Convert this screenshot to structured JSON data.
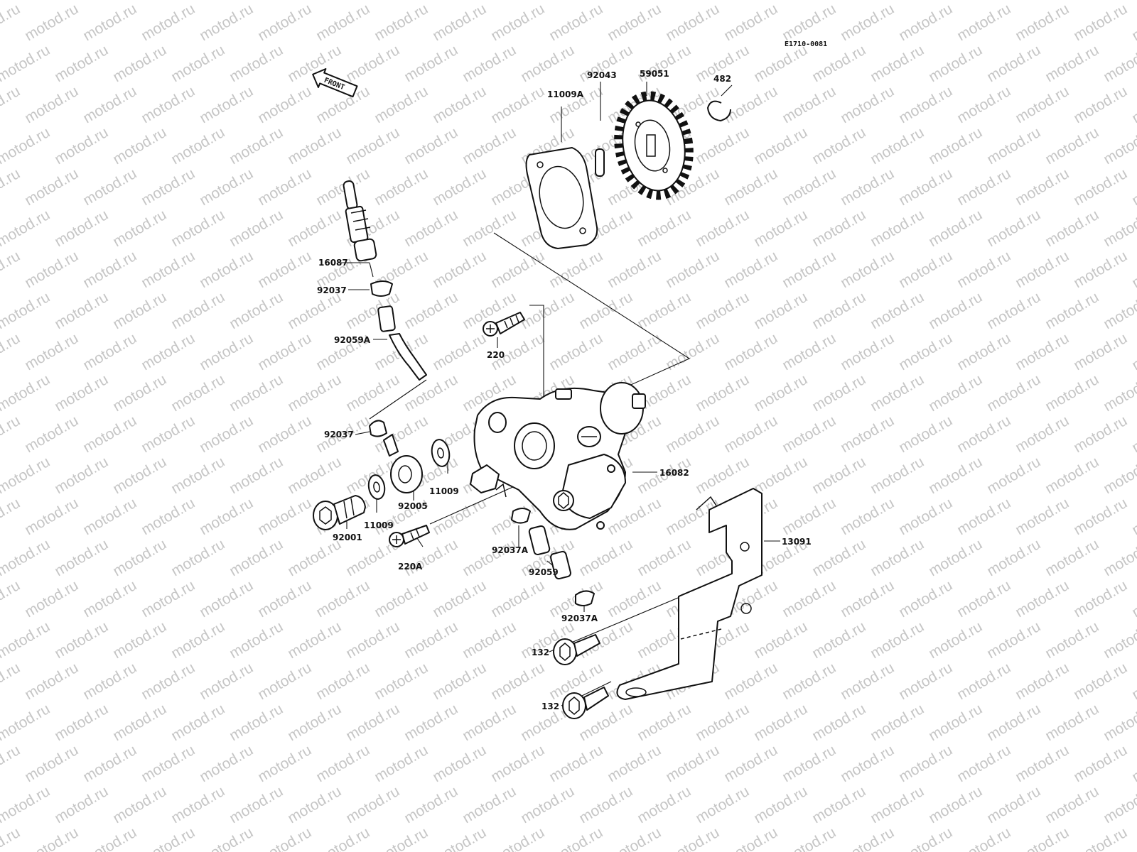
{
  "diagram_code": "E1710-0081",
  "front_label": "FRONT",
  "watermark": "motod.ru",
  "parts": {
    "gasket_a": "11009A",
    "pin": "92043",
    "gear": "59051",
    "circlip": "482",
    "hose_fitting": "16087",
    "clamp_upper": "92037",
    "hose_a": "92059A",
    "screw": "220",
    "clamp_lower": "92037",
    "washer_main": "11009",
    "banjo": "92005",
    "washer_bolt": "11009",
    "bolt": "92001",
    "screw_a": "220A",
    "clamp_a_upper": "92037A",
    "hose": "92059",
    "clamp_a_lower": "92037A",
    "pump": "16082",
    "cover": "13091",
    "bolt_flange_1": "132",
    "bolt_flange_2": "132"
  }
}
